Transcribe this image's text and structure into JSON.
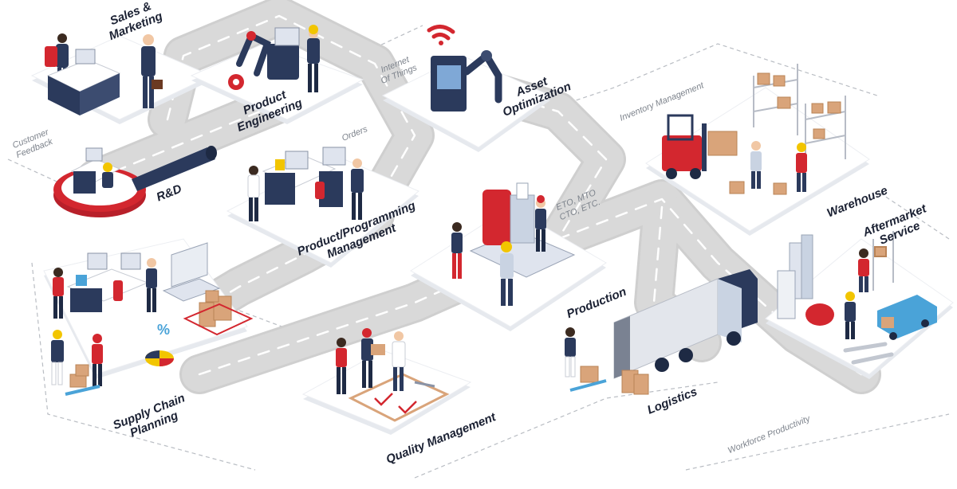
{
  "colors": {
    "road": "#d9d9d9",
    "road_edge": "#cfcfcf",
    "road_marking": "#ffffff",
    "platform": "#ffffff",
    "platform_shadow": "#e6e9ee",
    "navy": "#2b3a5c",
    "red": "#d3272f",
    "label_text": "#1b2133",
    "small_text": "#7d838c",
    "dashed": "#b9bdc3"
  },
  "labels": {
    "sales_marketing": [
      "Sales &",
      "Marketing"
    ],
    "product_engineering": [
      "Product",
      "Engineering"
    ],
    "asset_optimization": [
      "Asset",
      "Optimization"
    ],
    "rd": [
      "R&D"
    ],
    "product_programming_management": [
      "Product/Programming",
      "Management"
    ],
    "warehouse": [
      "Warehouse"
    ],
    "aftermarket_service": [
      "Aftermarket",
      "Service"
    ],
    "production": [
      "Production"
    ],
    "supply_chain_planning": [
      "Supply Chain",
      "Planning"
    ],
    "quality_management": [
      "Quality Management"
    ],
    "logistics": [
      "Logistics"
    ]
  },
  "flow_labels": {
    "customer_feedback": [
      "Customer",
      "Feedback"
    ],
    "internet_of_things": [
      "Internet",
      "Of Things"
    ],
    "orders": [
      "Orders"
    ],
    "inventory_management": [
      "Inventory Management"
    ],
    "eto_mto": [
      "ETO, MTO",
      "CTO, ETC."
    ],
    "workforce_productivity": [
      "Workforce Productivity"
    ]
  },
  "icons": {
    "wifi": "wifi-icon",
    "gear": "gear-icon",
    "percent": "%",
    "wrench": "wrench-icon",
    "checkmarks": "check-icon"
  }
}
